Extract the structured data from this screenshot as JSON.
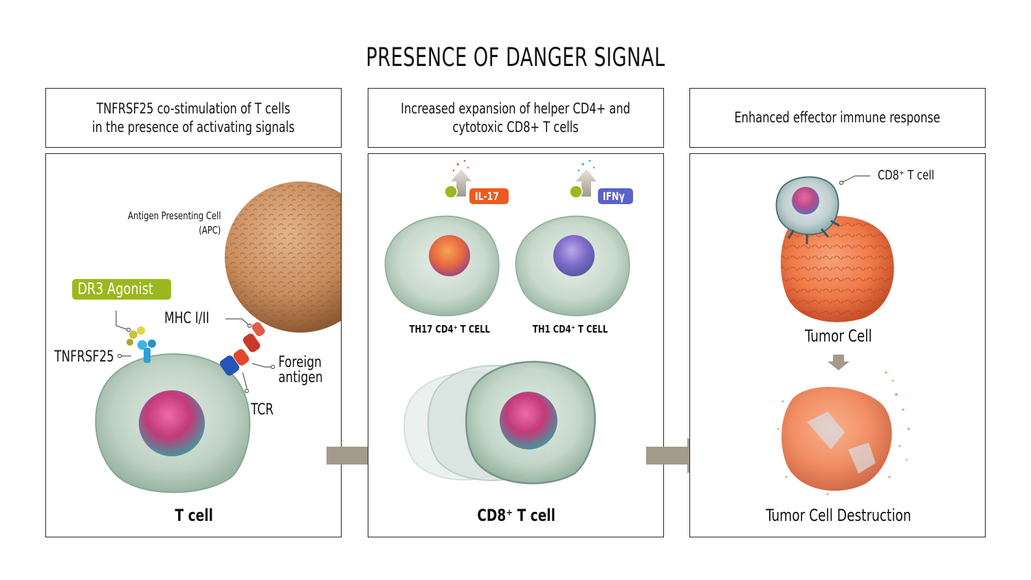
{
  "title": "PRESENCE OF DANGER SIGNAL",
  "panels": [
    {
      "header_line1": "TNFRSF25 co-stimulation of T cells",
      "header_line2": "in the presence of activating signals",
      "labels": {
        "apc_line1": "Antigen Presenting Cell",
        "apc_line2": "(APC)",
        "agonist": "DR3 Agonist",
        "mhc": "MHC I/II",
        "tnfrsf25": "TNFRSF25",
        "foreign_line1": "Foreign",
        "foreign_line2": "antigen",
        "tcr": "TCR",
        "caption": "T cell"
      }
    },
    {
      "header_line1": "Increased expansion of helper CD4+ and",
      "header_line2": "cytotoxic CD8+ T cells",
      "labels": {
        "il17": "IL-17",
        "ifn": "IFNγ",
        "plus": "+",
        "th17": "TH17 CD4⁺ T CELL",
        "th1": "TH1 CD4⁺ T CELL",
        "caption": "CD8⁺ T cell"
      }
    },
    {
      "header_line1": "Enhanced effector immune response",
      "labels": {
        "cd8": "CD8⁺ T cell",
        "tumor": "Tumor Cell",
        "destruction": "Tumor Cell Destruction"
      }
    }
  ],
  "colors": {
    "agonist": "#9bb81c",
    "il17": "#ee5a1e",
    "ifn": "#5b62c8",
    "arrow": "#a39a8b",
    "apc": "#c98d5e",
    "tumor": "#ef7a48"
  }
}
